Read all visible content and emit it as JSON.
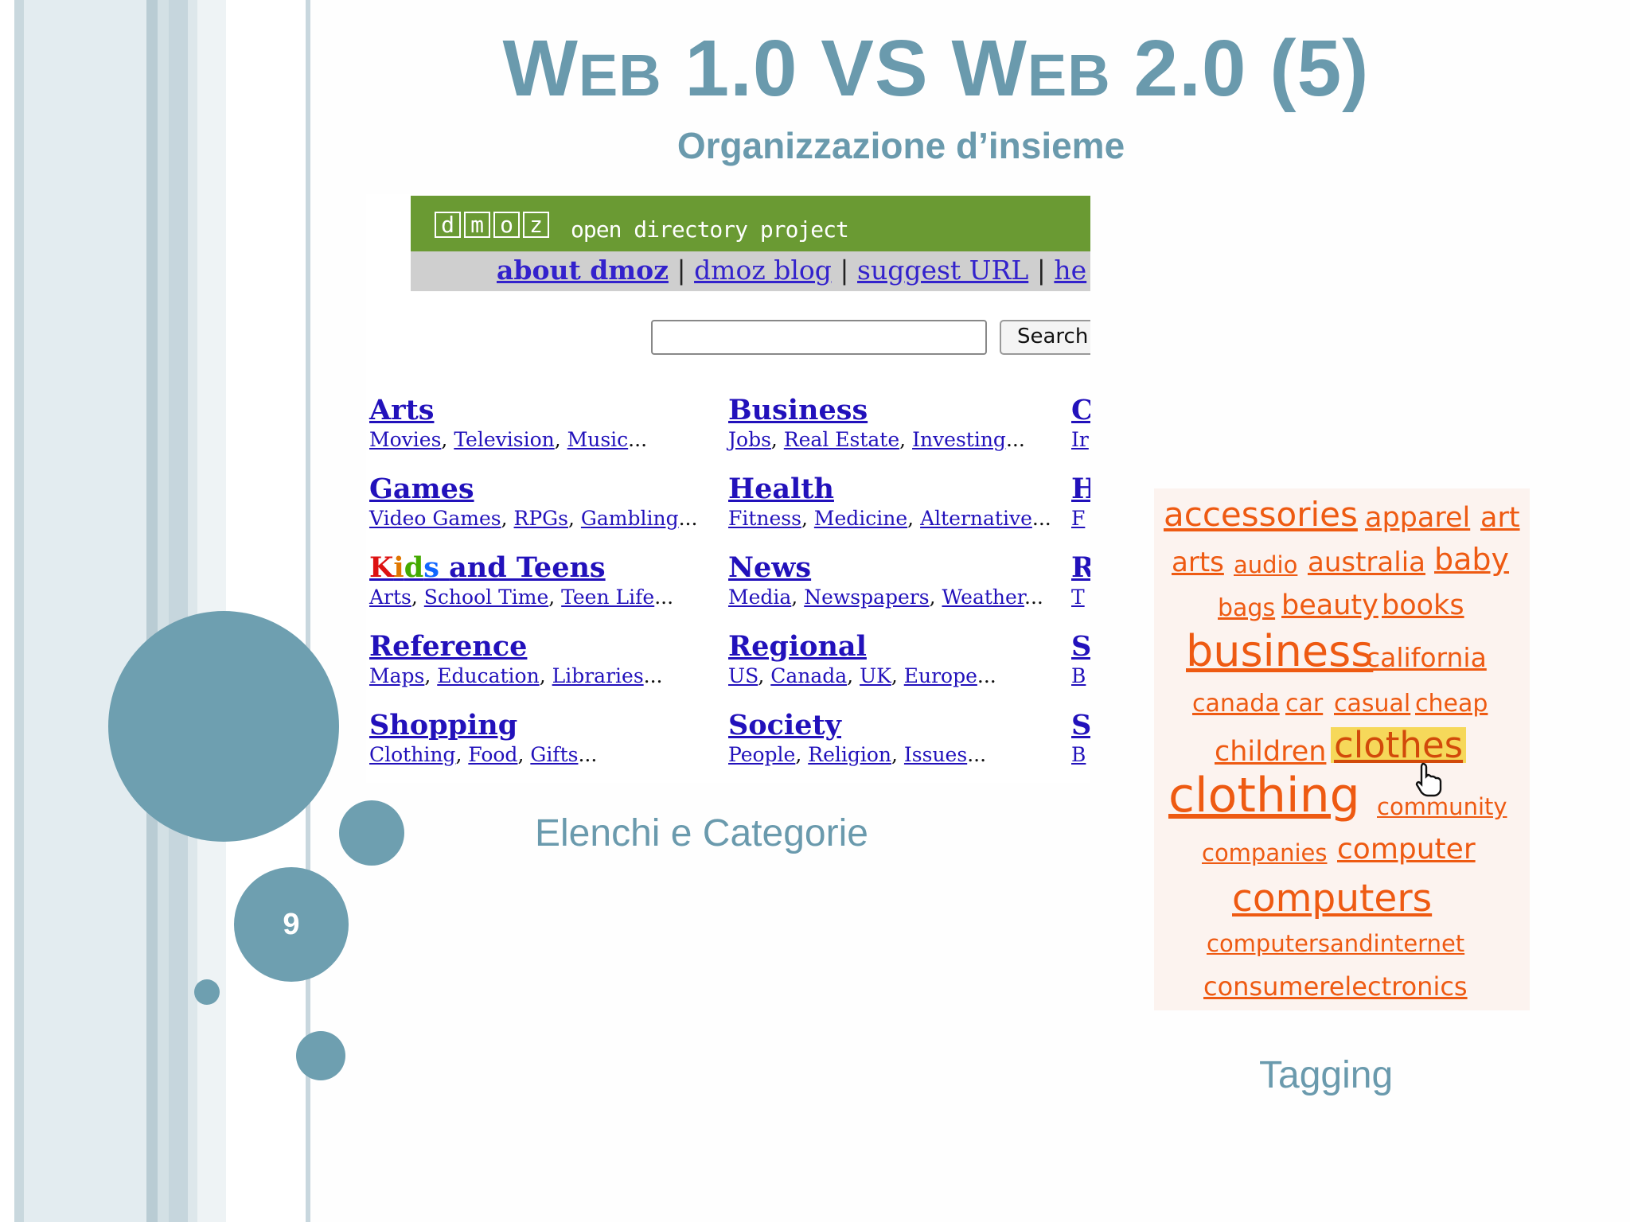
{
  "slide": {
    "title_parts": [
      "W",
      "EB",
      " 1.0 VS W",
      "EB",
      " 2.0 (5)"
    ],
    "subtitle": "Organizzazione d’insieme",
    "slide_number": "9"
  },
  "dmoz": {
    "logo_letters": [
      "d",
      "m",
      "o",
      "z"
    ],
    "tagline": "open directory project",
    "nav": [
      "about dmoz",
      "dmoz blog",
      "suggest URL",
      "he"
    ],
    "nav_separator": "|",
    "search_button": "Search",
    "search_placeholder": "",
    "categories": [
      {
        "name": "Arts",
        "subs": [
          "Movies",
          "Television",
          "Music"
        ]
      },
      {
        "name": "Business",
        "subs": [
          "Jobs",
          "Real Estate",
          "Investing"
        ]
      },
      {
        "name": "Games",
        "subs": [
          "Video Games",
          "RPGs",
          "Gambling"
        ]
      },
      {
        "name": "Health",
        "subs": [
          "Fitness",
          "Medicine",
          "Alternative"
        ]
      },
      {
        "name_rest": "and Teens",
        "subs": [
          "Arts",
          "School Time",
          "Teen Life"
        ]
      },
      {
        "name": "News",
        "subs": [
          "Media",
          "Newspapers",
          "Weather"
        ]
      },
      {
        "name": "Reference",
        "subs": [
          "Maps",
          "Education",
          "Libraries"
        ]
      },
      {
        "name": "Regional",
        "subs": [
          "US",
          "Canada",
          "UK",
          "Europe"
        ]
      },
      {
        "name": "Shopping",
        "subs": [
          "Clothing",
          "Food",
          "Gifts"
        ]
      },
      {
        "name": "Society",
        "subs": [
          "People",
          "Religion",
          "Issues"
        ]
      }
    ],
    "kids_letters": [
      "K",
      "i",
      "d",
      "s"
    ],
    "truncated_column": [
      {
        "head": "C",
        "sub": "Ir"
      },
      {
        "head": "H",
        "sub": "F"
      },
      {
        "head": "R",
        "sub": "T"
      },
      {
        "head": "S",
        "sub": "B"
      },
      {
        "head": "S",
        "sub": "B"
      }
    ],
    "ellipsis": "...",
    "comma": ", "
  },
  "captions": {
    "left": "Elenchi e Categorie",
    "right": "Tagging"
  },
  "tag_cloud": {
    "tags": [
      {
        "text": "accessories"
      },
      {
        "text": "apparel"
      },
      {
        "text": "art"
      },
      {
        "text": "arts"
      },
      {
        "text": "audio"
      },
      {
        "text": "australia"
      },
      {
        "text": "baby"
      },
      {
        "text": "bags"
      },
      {
        "text": "beauty"
      },
      {
        "text": "books"
      },
      {
        "text": "business"
      },
      {
        "text": "california"
      },
      {
        "text": "canada"
      },
      {
        "text": "car"
      },
      {
        "text": "casual"
      },
      {
        "text": "cheap"
      },
      {
        "text": "children"
      },
      {
        "text": "clothes"
      },
      {
        "text": "clothing"
      },
      {
        "text": "community"
      },
      {
        "text": "companies"
      },
      {
        "text": "computer"
      },
      {
        "text": "computers"
      },
      {
        "text": "computersandinternet"
      },
      {
        "text": "consumerelectronics"
      }
    ],
    "highlighted": "clothes"
  },
  "colors": {
    "accent": "#6e9fb0",
    "title": "#6a9aad",
    "dmoz_green": "#6a9a33",
    "link": "#2211bb",
    "tag": "#ee5a12",
    "tag_highlight": "#f6d85a"
  }
}
